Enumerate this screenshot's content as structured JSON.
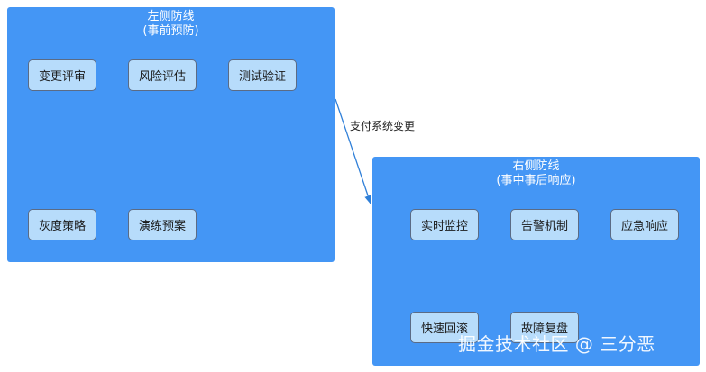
{
  "diagram": {
    "left_group": {
      "title": "左侧防线",
      "subtitle": "(事前预防)",
      "nodes": [
        "变更评审",
        "风险评估",
        "测试验证",
        "灰度策略",
        "演练预案"
      ]
    },
    "edge": {
      "label": "支付系统变更"
    },
    "right_group": {
      "title": "右侧防线",
      "subtitle": "(事中事后响应)",
      "nodes": [
        "实时监控",
        "告警机制",
        "应急响应",
        "快速回滚",
        "故障复盘"
      ]
    },
    "colors": {
      "group_fill": "#4496f5",
      "node_fill": "#b7dcfb",
      "node_border": "#5b6b85",
      "edge": "#2f7fd8"
    }
  },
  "watermark": {
    "text": "掘金技术社区 @ 三分恶"
  }
}
